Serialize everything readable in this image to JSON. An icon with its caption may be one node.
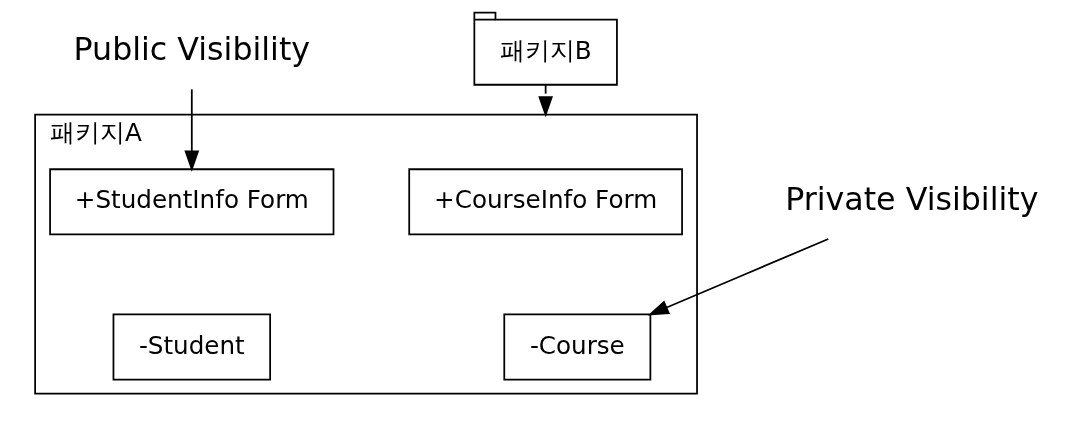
{
  "diagram": {
    "nodes": [
      {
        "text": [
          "패키지B"
        ]
      },
      {
        "text": [
          "패키지A"
        ]
      },
      {
        "text": [
          "+CourseInfo Form"
        ],
        "in": 1
      },
      {
        "text": [
          "+StudentInfo Form"
        ],
        "in": 1
      },
      {
        "text": [
          "-Course"
        ],
        "in": 1
      },
      {
        "text": [
          "-Student"
        ],
        "in": 1
      },
      {
        "text": [
          "Private Visibility"
        ]
      },
      {
        "text": [
          "Public Visibility"
        ]
      }
    ],
    "edges": [
      {
        "from": 0,
        "to": 1,
        "arrow": "to",
        "style": "dashed"
      },
      {
        "from": 7,
        "to": 3,
        "arrow": "to"
      },
      {
        "from": 6,
        "to": 4,
        "arrow": "to"
      }
    ]
  }
}
